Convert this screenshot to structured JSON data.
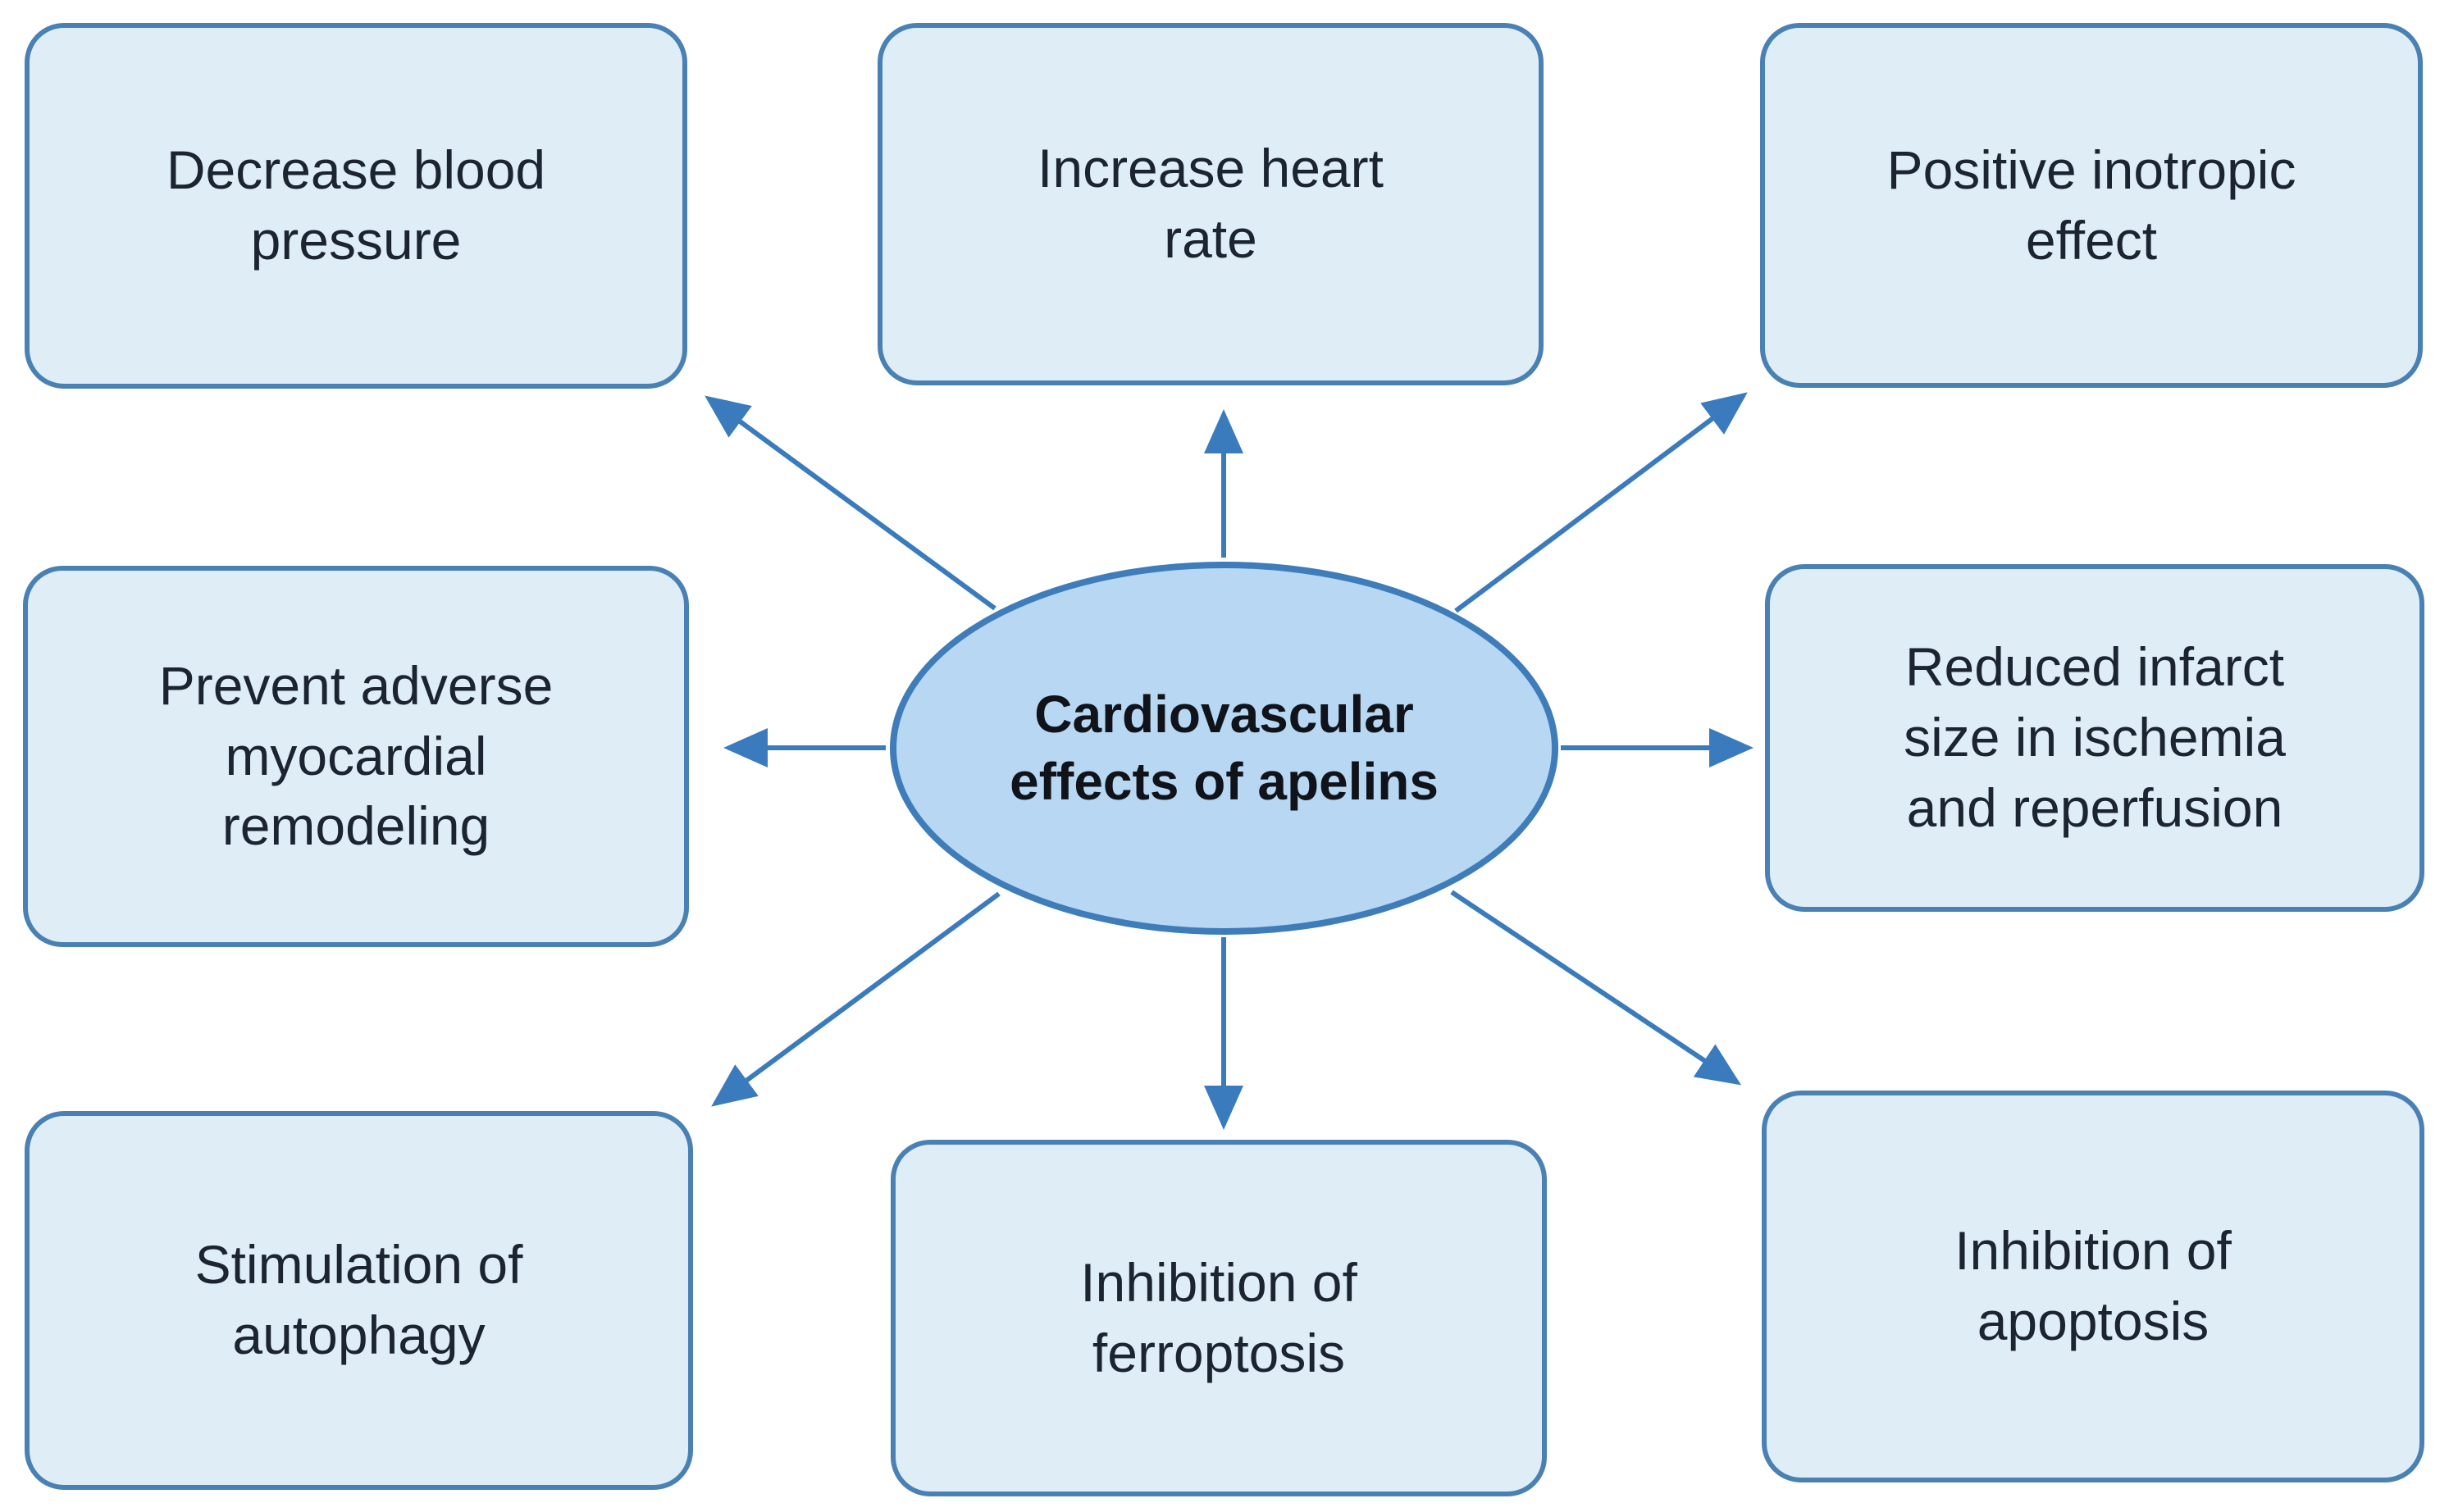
{
  "diagram": {
    "center": {
      "label": "Cardiovascular\neffects of apelins"
    },
    "nodes": [
      {
        "id": "decrease-blood-pressure",
        "label": "Decrease blood\npressure"
      },
      {
        "id": "increase-heart-rate",
        "label": "Increase heart\nrate"
      },
      {
        "id": "positive-inotropic-effect",
        "label": "Positive inotropic\neffect"
      },
      {
        "id": "prevent-adverse-myocardial-remodeling",
        "label": "Prevent adverse\nmyocardial\nremodeling"
      },
      {
        "id": "reduced-infarct-size",
        "label": "Reduced infarct\nsize in ischemia\nand reperfusion"
      },
      {
        "id": "stimulation-of-autophagy",
        "label": "Stimulation of\nautophagy"
      },
      {
        "id": "inhibition-of-ferroptosis",
        "label": "Inhibition of\nferroptosis"
      },
      {
        "id": "inhibition-of-apoptosis",
        "label": "Inhibition of\napoptosis"
      }
    ],
    "colors": {
      "box_fill": "#dfeef6",
      "box_border": "#4a81b4",
      "ellipse_fill": "#b7d7f2",
      "ellipse_border": "#3f7cba",
      "arrow": "#3a7bbd",
      "text": "#1b2430",
      "background": "#ffffff"
    }
  }
}
